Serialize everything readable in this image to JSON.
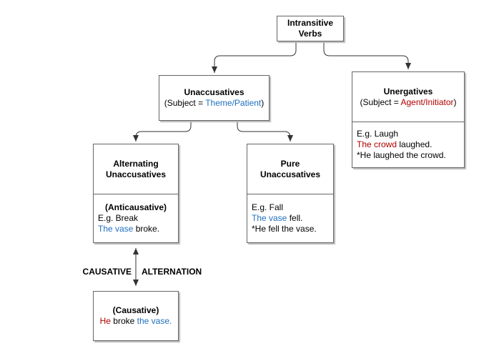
{
  "colors": {
    "blue": "#1f6fbf",
    "red": "#b00000",
    "box_border": "#666666",
    "connector": "#333333",
    "shadow": "#b9b9b9"
  },
  "root_box": {
    "title": "Intransitive Verbs"
  },
  "unaccusatives_box": {
    "title": "Unaccusatives",
    "subject_prefix": "(Subject = ",
    "subject_role": "Theme/Patient",
    "subject_suffix": ")"
  },
  "unergatives_box": {
    "title": "Unergatives",
    "subject_prefix": "(Subject = ",
    "subject_role": "Agent/Initiator",
    "subject_suffix": ")",
    "example_label": "E.g. Laugh",
    "good_sentence": {
      "subject": "The crowd",
      "rest": " laughed."
    },
    "bad_sentence": "*He laughed the crowd."
  },
  "alternating_box": {
    "title": "Alternating Unaccusatives",
    "subtype": "(Anticausative)",
    "example_label": "E.g. Break",
    "good_sentence": {
      "subject": "The vase",
      "rest": " broke."
    }
  },
  "pure_box": {
    "title": "Pure Unaccusatives",
    "example_label": "E.g. Fall",
    "good_sentence": {
      "subject": "The vase",
      "rest": " fell."
    },
    "bad_sentence": "*He fell the vase."
  },
  "causative_box": {
    "title": "(Causative)",
    "sentence": {
      "subject": "He",
      "verb": " broke ",
      "object": "the vase."
    }
  },
  "alternation_label": {
    "left": "CAUSATIVE",
    "right": "ALTERNATION"
  }
}
